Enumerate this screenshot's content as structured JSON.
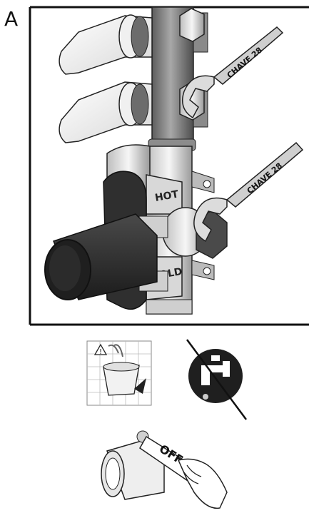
{
  "figure": {
    "panel_label": "A",
    "wrench_upper_label": "CHAVE 28",
    "wrench_lower_label": "CHAVE 28",
    "tee_label_hot": "HOT",
    "tee_label_cold": "COLD",
    "valve_handle_label": "OFF"
  },
  "icons": {
    "bucket": "bucket-warning-icon",
    "no_water": "no-water-faucet-icon",
    "valve": "ball-valve-off-icon"
  },
  "colors": {
    "frame": "#111111",
    "pipe": "#7a7a7a",
    "dark_part": "#2e2e2e",
    "light_part": "#e8e8e8"
  }
}
